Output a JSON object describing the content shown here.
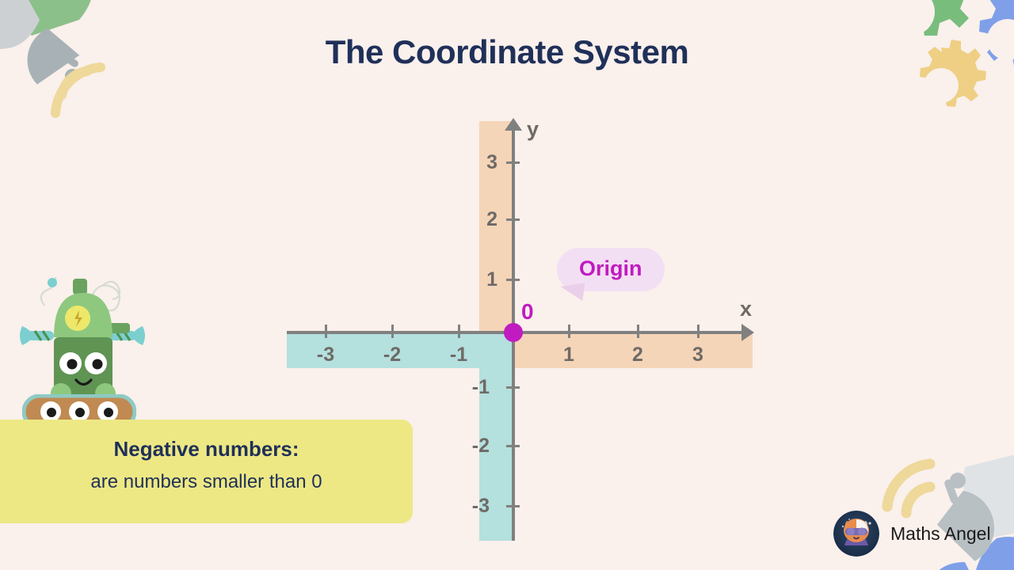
{
  "page": {
    "title": "The Coordinate System",
    "background_color": "#faf0ec",
    "title_color": "#1f3059"
  },
  "chart_data": {
    "type": "scatter",
    "title": "The Coordinate System",
    "xlabel": "x",
    "ylabel": "y",
    "xlim": [
      -3.3,
      3.4
    ],
    "ylim": [
      -3.4,
      3.4
    ],
    "grid": false,
    "x_ticks": [
      -3,
      -2,
      -1,
      1,
      2,
      3
    ],
    "x_tick_labels": [
      "-3",
      "-2",
      "-1",
      "1",
      "2",
      "3"
    ],
    "y_ticks": [
      3,
      2,
      1,
      -1,
      -2,
      -3
    ],
    "y_tick_labels": [
      "3",
      "2",
      "1",
      "-1",
      "-2",
      "-3"
    ],
    "points": [
      {
        "label": "0",
        "x": 0,
        "y": 0,
        "color": "#c01bc0",
        "annotation": "Origin"
      }
    ],
    "highlight_bands": [
      {
        "name": "positive-x",
        "axis": "x",
        "from": 0,
        "to": 3.4,
        "color": "#f5d5b8"
      },
      {
        "name": "negative-x",
        "axis": "x",
        "from": -3.3,
        "to": 0,
        "color": "#b4e0de"
      },
      {
        "name": "positive-y",
        "axis": "y",
        "from": 0,
        "to": 3.4,
        "color": "#f5d5b8"
      },
      {
        "name": "negative-y",
        "axis": "y",
        "from": -3.4,
        "to": 0,
        "color": "#b4e0de"
      }
    ],
    "axis_color": "#808080",
    "tick_label_color": "#6e6a66"
  },
  "axes": {
    "x_label": "x",
    "y_label": "y",
    "origin_label": "0",
    "x_ticks": [
      {
        "value": -3,
        "label": "-3",
        "px": 410
      },
      {
        "value": -2,
        "label": "-2",
        "px": 494
      },
      {
        "value": -1,
        "label": "-1",
        "px": 578
      },
      {
        "value": 1,
        "label": "1",
        "px": 717
      },
      {
        "value": 2,
        "label": "2",
        "px": 804
      },
      {
        "value": 3,
        "label": "3",
        "px": 880
      }
    ],
    "y_ticks": [
      {
        "value": 3,
        "label": "3",
        "px": 204
      },
      {
        "value": 2,
        "label": "2",
        "px": 276
      },
      {
        "value": 1,
        "label": "1",
        "px": 352
      },
      {
        "value": -1,
        "label": "-1",
        "px": 488
      },
      {
        "value": -2,
        "label": "-2",
        "px": 562
      },
      {
        "value": -3,
        "label": "-3",
        "px": 638
      }
    ]
  },
  "annotation": {
    "origin_bubble": "Origin",
    "origin_bubble_color": "#f3dff3",
    "origin_bubble_text_color": "#c01bc0"
  },
  "callout": {
    "title": "Negative numbers:",
    "body": "are numbers smaller than 0",
    "background_color": "#ede884",
    "text_color": "#1f3059"
  },
  "brand": {
    "name": "Maths Angel"
  },
  "decorations": {
    "top_left": "satellite-dish-icon",
    "top_right": "gears-icon",
    "bottom_right": "satellite-dish-icon",
    "character": "robot-mascot"
  }
}
